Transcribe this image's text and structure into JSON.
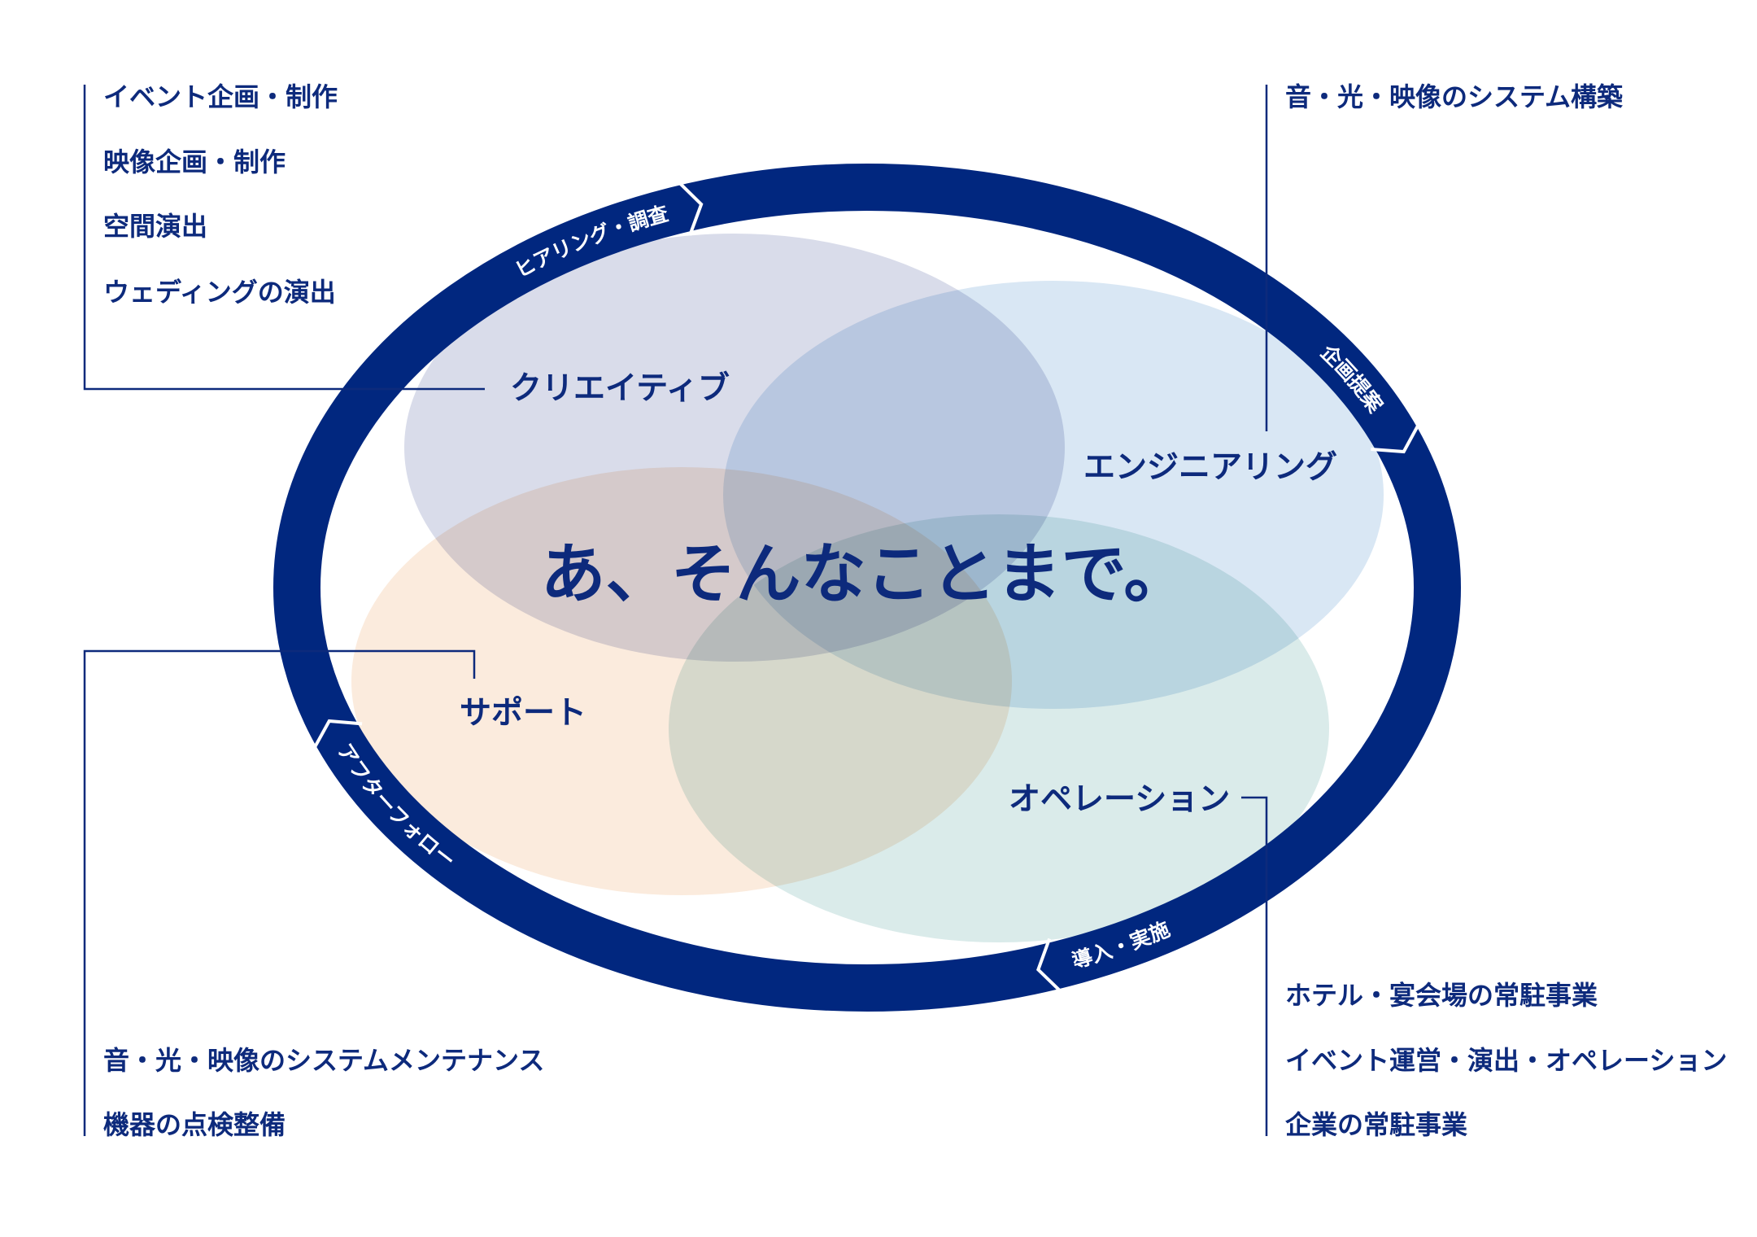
{
  "colors": {
    "navy": "#01277f",
    "creative": "#d9dcea",
    "engineering": "#d9e7f4",
    "support": "#fbebdd",
    "operation": "#daebea"
  },
  "center_text": "あ、そんなことまで。",
  "circles": {
    "creative": "クリエイティブ",
    "engineering": "エンジニアリング",
    "support": "サポート",
    "operation": "オペレーション"
  },
  "cycle": {
    "hearing": "ヒアリング・調査",
    "proposal": "企画提案",
    "implementation": "導入・実施",
    "follow_up": "アフターフォロー"
  },
  "lists": {
    "creative": [
      "イベント企画・制作",
      "映像企画・制作",
      "空間演出",
      "ウェディングの演出"
    ],
    "engineering": [
      "音・光・映像のシステム構築"
    ],
    "support": [
      "音・光・映像のシステムメンテナンス",
      "機器の点検整備"
    ],
    "operation": [
      "ホテル・宴会場の常駐事業",
      "イベント運営・演出・オペレーション",
      "企業の常駐事業"
    ]
  }
}
